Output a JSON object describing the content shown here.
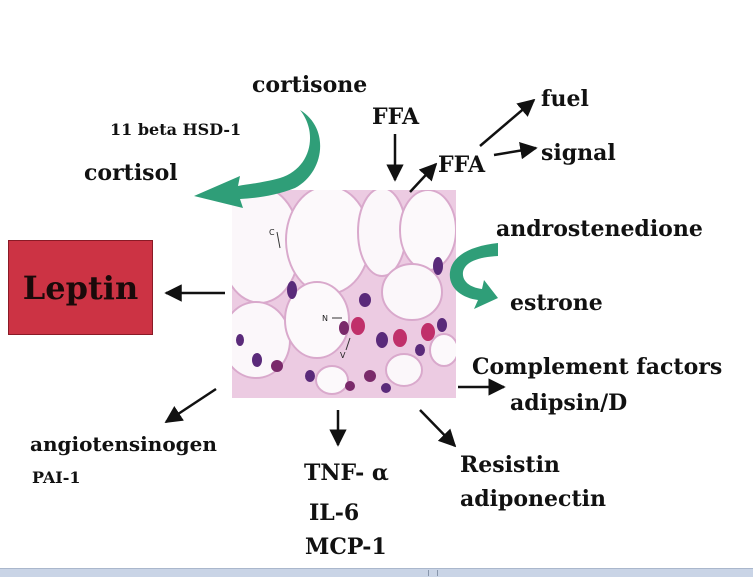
{
  "labels": {
    "cortisone": "cortisone",
    "hsd": "11 beta HSD-1",
    "cortisol": "cortisol",
    "ffa_top": "FFA",
    "ffa_right": "FFA",
    "fuel": "fuel",
    "signal": "signal",
    "androstenedione": "androstenedione",
    "estrone": "estrone",
    "leptin": "Leptin",
    "complement": "Complement factors",
    "adipsin": "adipsin/D",
    "resistin": "Resistin",
    "adiponectin": "adiponectin",
    "tnf": "TNF- α",
    "il6": "IL-6",
    "mcp1": "MCP-1",
    "angiotensinogen": "angiotensinogen",
    "pai1": "PAI-1"
  },
  "micrograph_labels": {
    "c": "C",
    "n": "N",
    "v": "V"
  },
  "colors": {
    "leptin_fill": "#cc3344",
    "curved_arrow": "#2f9e78",
    "tissue_background": "#f0cfe6",
    "nucleus": "#5a2a7a"
  }
}
